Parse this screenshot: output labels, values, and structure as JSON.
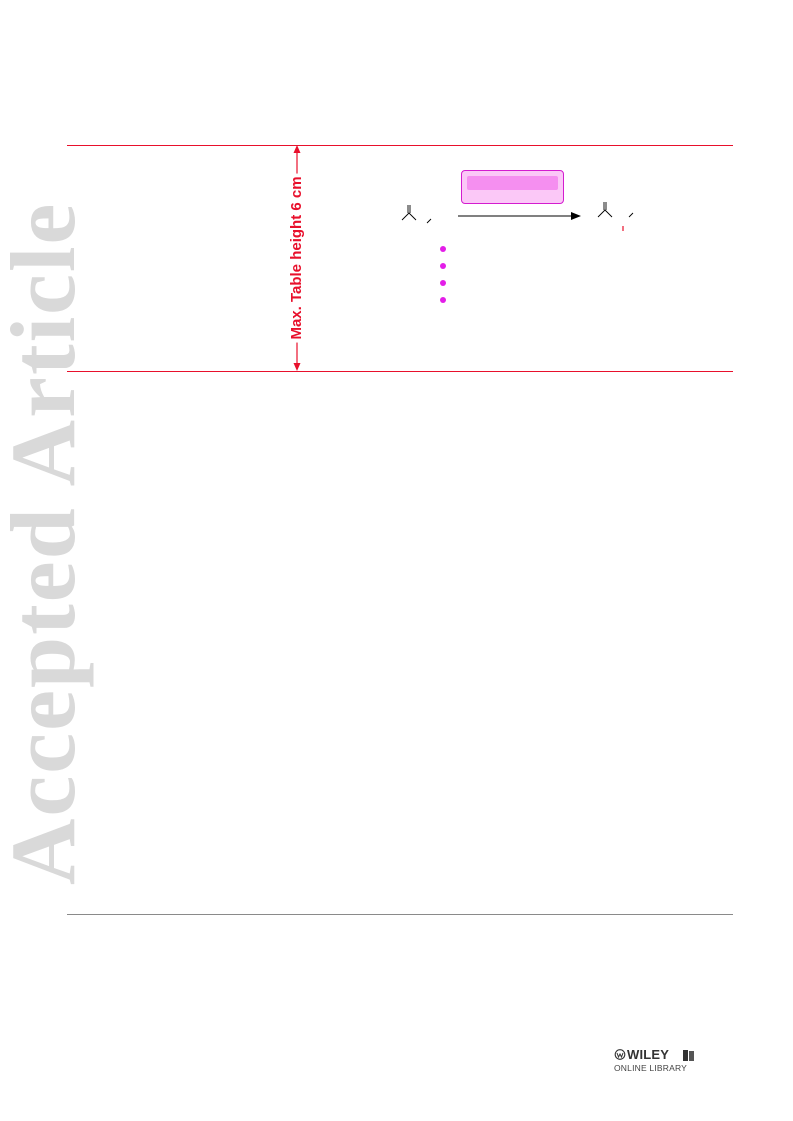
{
  "watermark": {
    "text": "Accepted Article",
    "color": "#d9d9d9"
  },
  "table_marker": {
    "label": "Max. Table height 6 cm",
    "color": "#e8102c"
  },
  "scheme": {
    "box_fill": "#fbc8f7",
    "box_border": "#d41ccf",
    "bullet_color": "#e31ee8",
    "bullet_count": 4
  },
  "footer": {
    "publisher": "WILEY",
    "library": "ONLINE LIBRARY"
  }
}
